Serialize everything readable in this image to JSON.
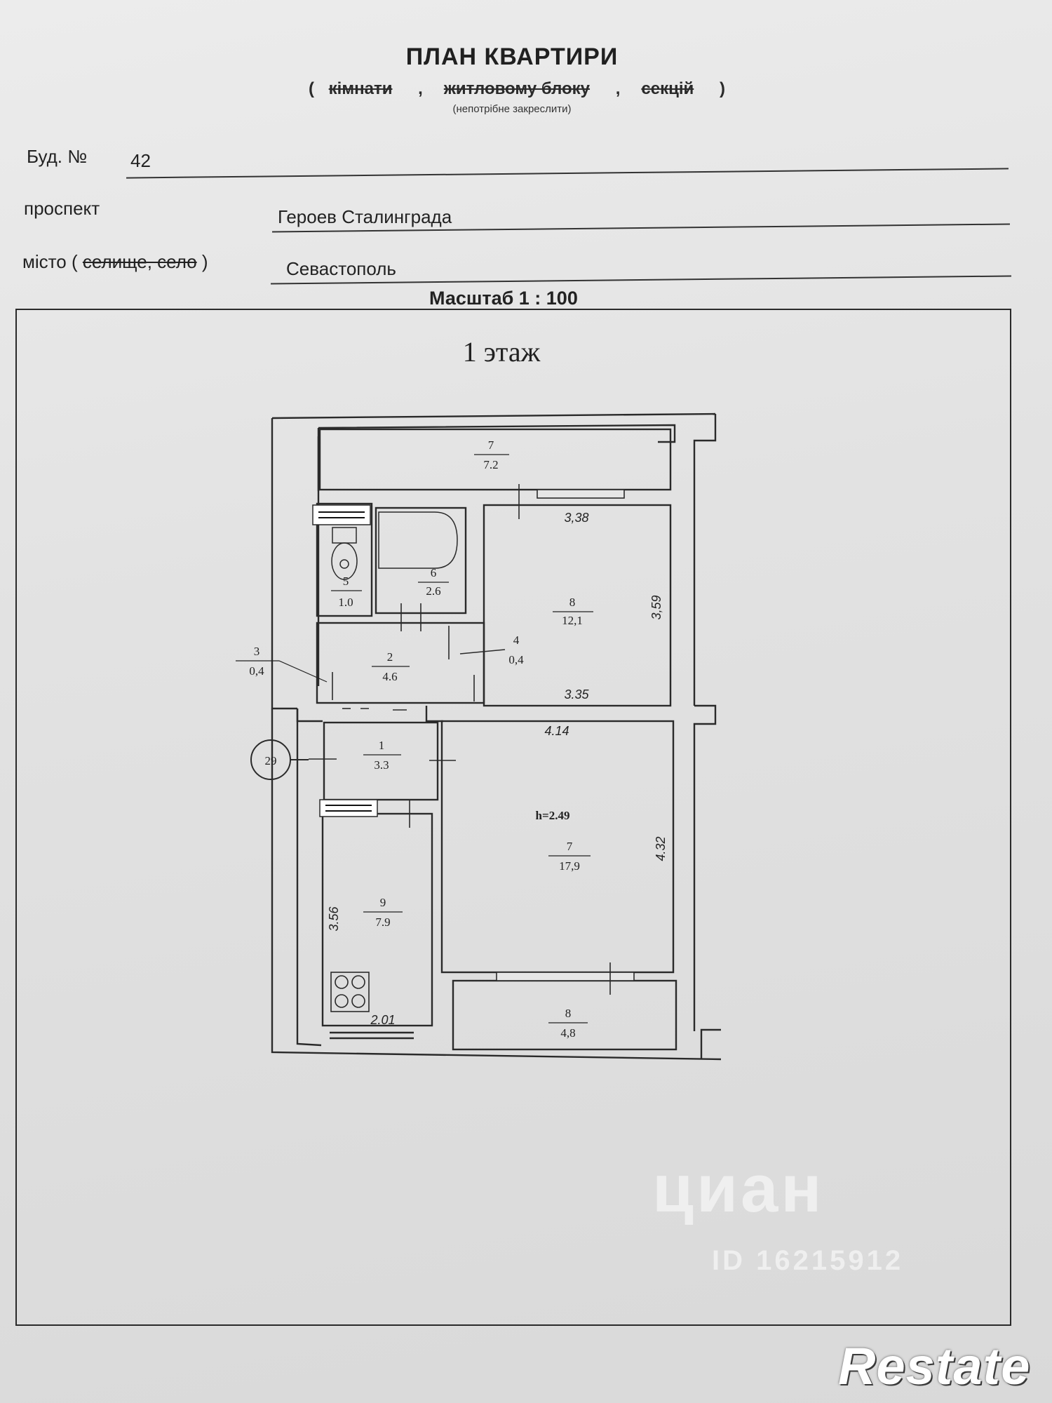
{
  "header": {
    "title": "ПЛАН КВАРТИРИ",
    "open_paren": "(",
    "option_room": "кімнати",
    "comma1": ",",
    "option_block": "житловому блоку",
    "comma2": ",",
    "option_section": "секцій",
    "close_paren": ")",
    "note": "(непотрібне закреслити)"
  },
  "fields": {
    "building_label": "Буд. №",
    "building_value": "42",
    "street_label": "проспект",
    "street_value": "Героев Сталинграда",
    "city_label_prefix": "місто  (",
    "city_label_struck": "селище, село",
    "city_label_suffix": ")",
    "city_value": "Севастополь"
  },
  "scale": "Масштаб 1 : 100",
  "floor": "1 этаж",
  "rooms": [
    {
      "num": "7",
      "area": "7.2"
    },
    {
      "num": "5",
      "area": "1.0"
    },
    {
      "num": "6",
      "area": "2.6"
    },
    {
      "num": "8",
      "area": "12,1"
    },
    {
      "num": "3",
      "area": "0,4"
    },
    {
      "num": "2",
      "area": "4.6"
    },
    {
      "num": "4",
      "area": "0,4"
    },
    {
      "num": "1",
      "area": "3.3"
    },
    {
      "num": "7",
      "area": "17,9"
    },
    {
      "num": "9",
      "area": "7.9"
    },
    {
      "num": "8",
      "area": "4,8"
    }
  ],
  "dimensions": {
    "d1": "3,38",
    "d2": "3,59",
    "d3": "3.35",
    "d4": "4.14",
    "d5": "4.32",
    "d6": "3.56",
    "d7": "2.01",
    "height": "h=2.49"
  },
  "apartment_number": "29",
  "watermark": {
    "brand": "циан",
    "id": "ID 16215912"
  },
  "logo": "Restate"
}
